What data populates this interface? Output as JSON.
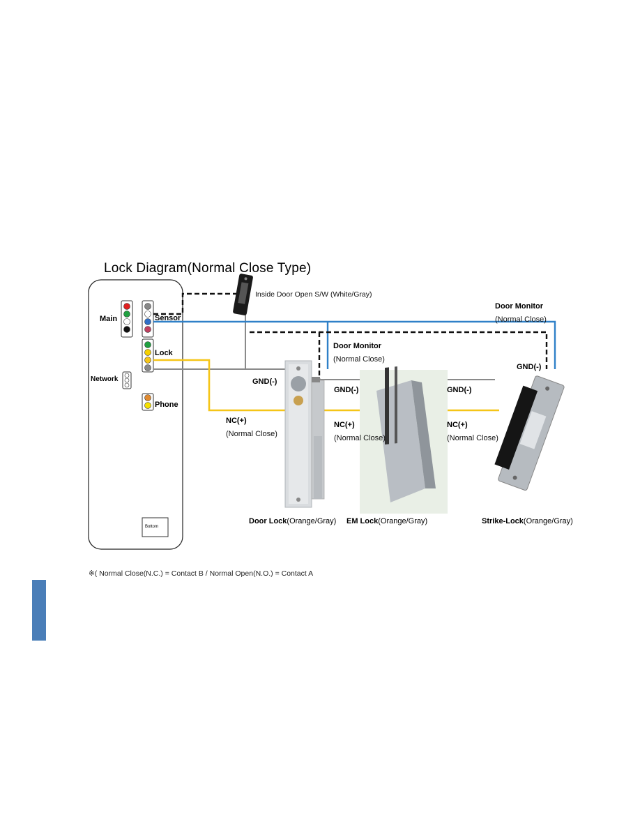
{
  "title": "Lock Diagram(Normal Close  Type)",
  "panel": {
    "main_label": "Main",
    "network_label": "Network",
    "sensor_label": "Sensor",
    "lock_label": "Lock",
    "phone_label": "Phone",
    "bottom_label": "Bottom"
  },
  "inside_switch_label": "Inside Door Open S/W (White/Gray)",
  "door_monitor_right": {
    "title": "Door Monitor",
    "sub": "(Normal Close)"
  },
  "door_monitor_mid": {
    "title": "Door Monitor",
    "sub": "(Normal Close)"
  },
  "gnd_labels": [
    "GND(-)",
    "GND(-)",
    "GND(-)",
    "GND(-)"
  ],
  "nc_labels": [
    {
      "title": "NC(+)",
      "sub": "(Normal Close)"
    },
    {
      "title": "NC(+)",
      "sub": "(Normal Close)"
    },
    {
      "title": "NC(+)",
      "sub": "(Normal Close)"
    }
  ],
  "devices": [
    {
      "name": "Door Lock",
      "colors": "(Orange/Gray)"
    },
    {
      "name": "EM Lock",
      "colors": "(Orange/Gray)"
    },
    {
      "name": "Strike-Lock",
      "colors": "(Orange/Gray)"
    }
  ],
  "footnote": "※( Normal Close(N.C.) = Contact B / Normal Open(N.O.) = Contact A",
  "colors": {
    "wire_blue": "#2f80c8",
    "wire_yellow": "#f5c518",
    "wire_gray": "#8a8a8a",
    "wire_dashed": "#111111",
    "accent_bar": "#4a7eb8"
  }
}
